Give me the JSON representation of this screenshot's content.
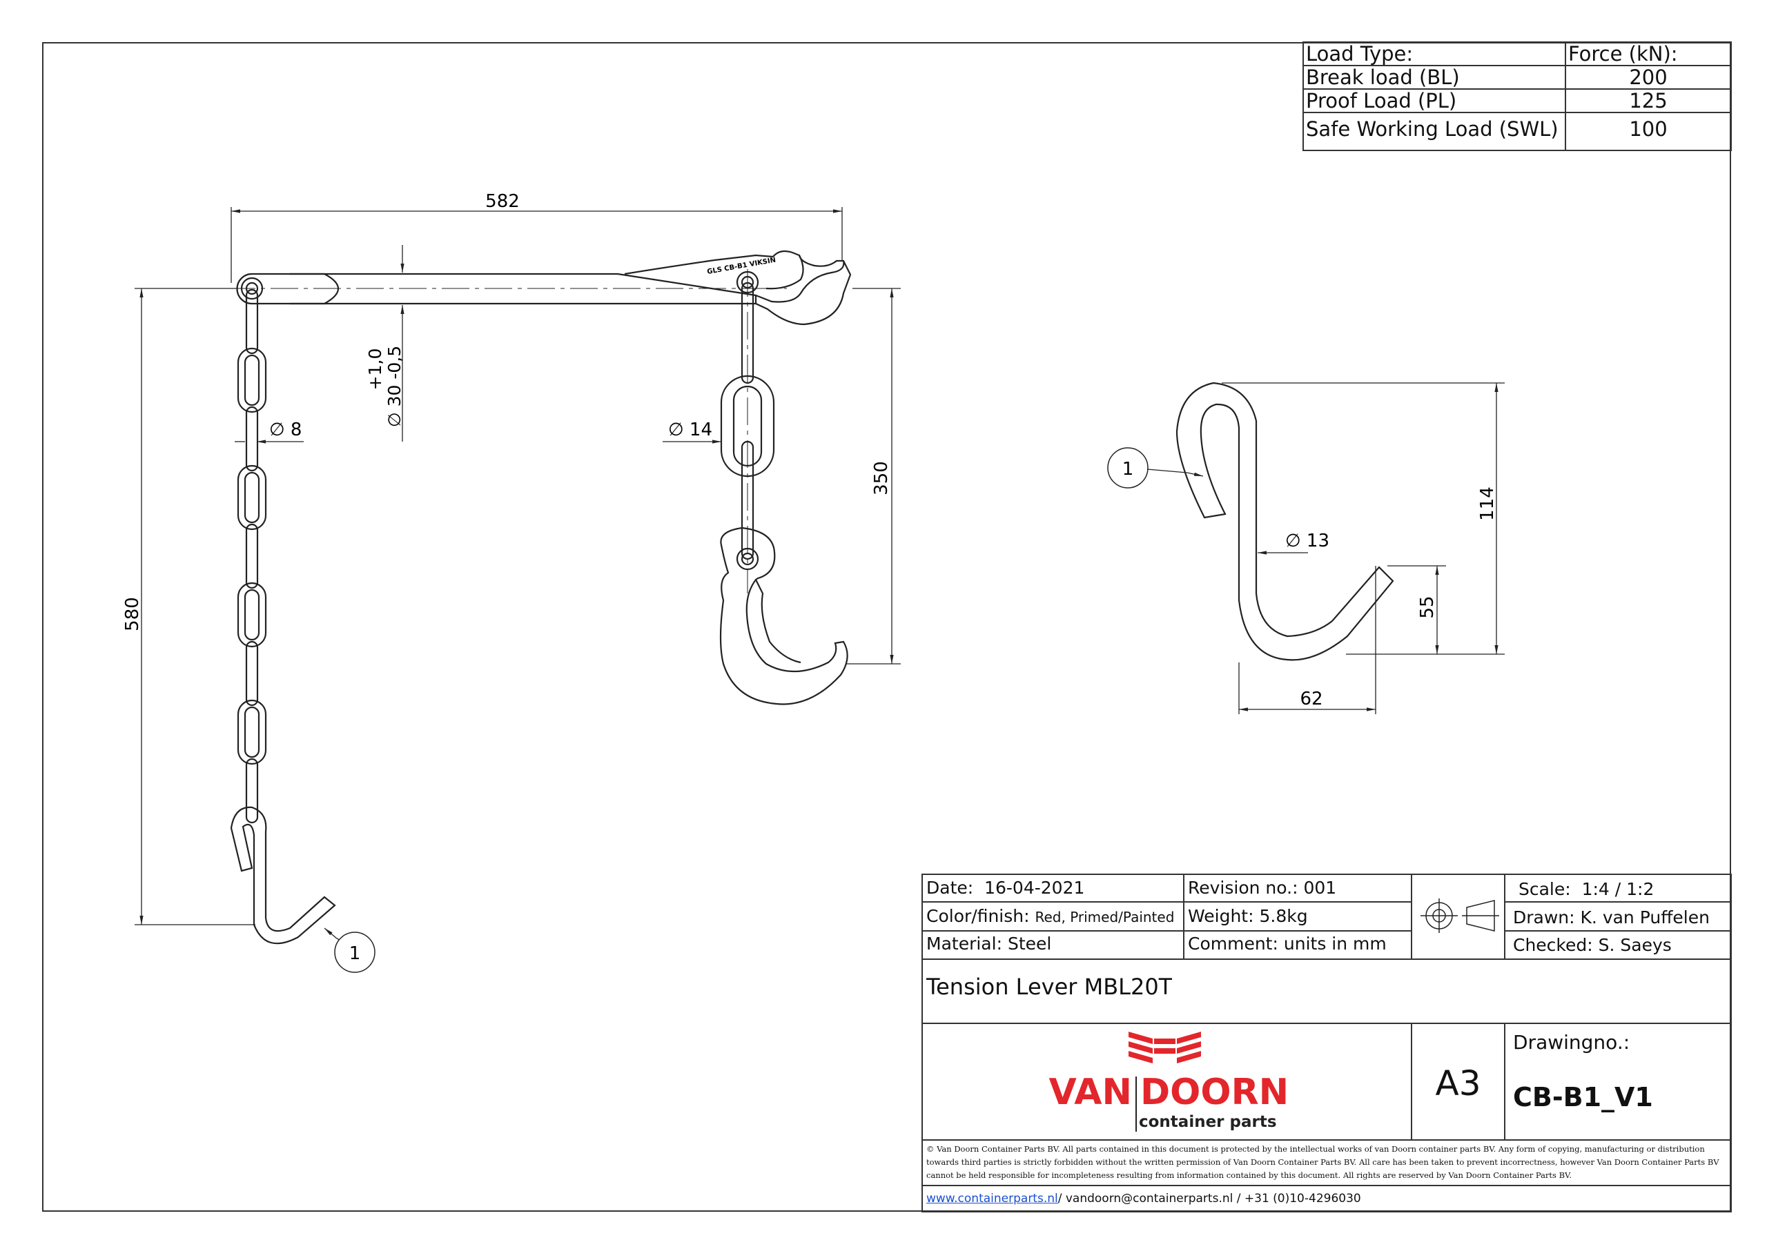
{
  "load_table": {
    "header": {
      "type": "Load Type:",
      "force": "Force (kN):"
    },
    "rows": [
      {
        "type": "Break load (BL)",
        "force": "200"
      },
      {
        "type": "Proof Load (PL)",
        "force": "125"
      },
      {
        "type": "Safe Working Load (SWL)",
        "force": "100"
      }
    ]
  },
  "dimensions": {
    "top_width": "582",
    "shaft_tol_upper": "+1,0",
    "shaft_dia": "∅ 30 -0,5",
    "chain_dia": "∅ 8",
    "link_dia": "∅ 14",
    "height_total": "580",
    "hook_height": "350",
    "shook_dia": "∅ 13",
    "shook_height": "114",
    "shook_tip": "55",
    "shook_width": "62",
    "engraving": "GLS CB-B1 VIKSIN"
  },
  "balloons": {
    "left": "1",
    "right": "1"
  },
  "title_block": {
    "date_label": "Date:",
    "date_value": "16-04-2021",
    "revision_label": "Revision no.:",
    "revision_value": "001",
    "scale_label": "Scale:",
    "scale_value": "1:4 / 1:2",
    "color_label": "Color/finish:",
    "color_value": "Red, Primed/Painted",
    "weight_label": "Weight:",
    "weight_value": "5.8kg",
    "drawn_label": "Drawn:",
    "drawn_value": "K. van Puffelen",
    "material_label": "Material:",
    "material_value": "Steel",
    "comment_label": "Comment:",
    "comment_value": "units in mm",
    "checked_label": "Checked:",
    "checked_value": "S. Saeys",
    "title": "Tension Lever MBL20T",
    "size": "A3",
    "drawingno_label": "Drawingno.:",
    "drawingno_value": "CB-B1_V1",
    "logo_word1": "VAN",
    "logo_word2": "DOORN",
    "logo_sub": "container parts",
    "legal": "© Van Doorn Container Parts BV. All parts contained in this document is protected by the intellectual works of van Doorn container parts BV. Any form of copying, manufacturing or distribution towards third parties is strictly forbidden without the written permission of Van Doorn Container Parts BV. All care has been taken to prevent incorrectness, however Van Doorn Container Parts BV cannot be held responsible for incompleteness resulting from information contained by this document. All rights are reserved by Van Doorn Container Parts BV.",
    "website": "www.containerparts.nl",
    "contact": "/ vandoorn@containerparts.nl / +31 (0)10-4296030"
  },
  "colors": {
    "brand_red": "#e3262b",
    "line": "#222222"
  }
}
